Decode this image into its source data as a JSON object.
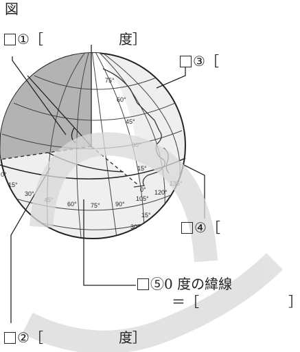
{
  "figure_label": "図",
  "labels": {
    "l1": {
      "num": "①",
      "open": "［",
      "unit": "度］"
    },
    "l2": {
      "num": "②",
      "open": "［",
      "unit": "度］"
    },
    "l3": {
      "num": "③",
      "open": "［"
    },
    "l4": {
      "num": "④",
      "open": "［"
    },
    "l5": {
      "num": "⑤",
      "text": "0 度の緯線",
      "eq": "＝［",
      "close": "］"
    }
  },
  "globe": {
    "lat_labels": [
      "75°",
      "60°",
      "45°",
      "30°",
      "15°",
      "0°",
      "15°",
      "30°"
    ],
    "lon_labels": [
      "0°",
      "15°",
      "30°",
      "45°",
      "60°",
      "75°",
      "90°",
      "105°",
      "120°",
      "135°"
    ]
  },
  "colors": {
    "line": "#222222",
    "shade": "#b3b3b3",
    "sea": "#e9e9e9",
    "watermark": "#d9d9d9"
  }
}
